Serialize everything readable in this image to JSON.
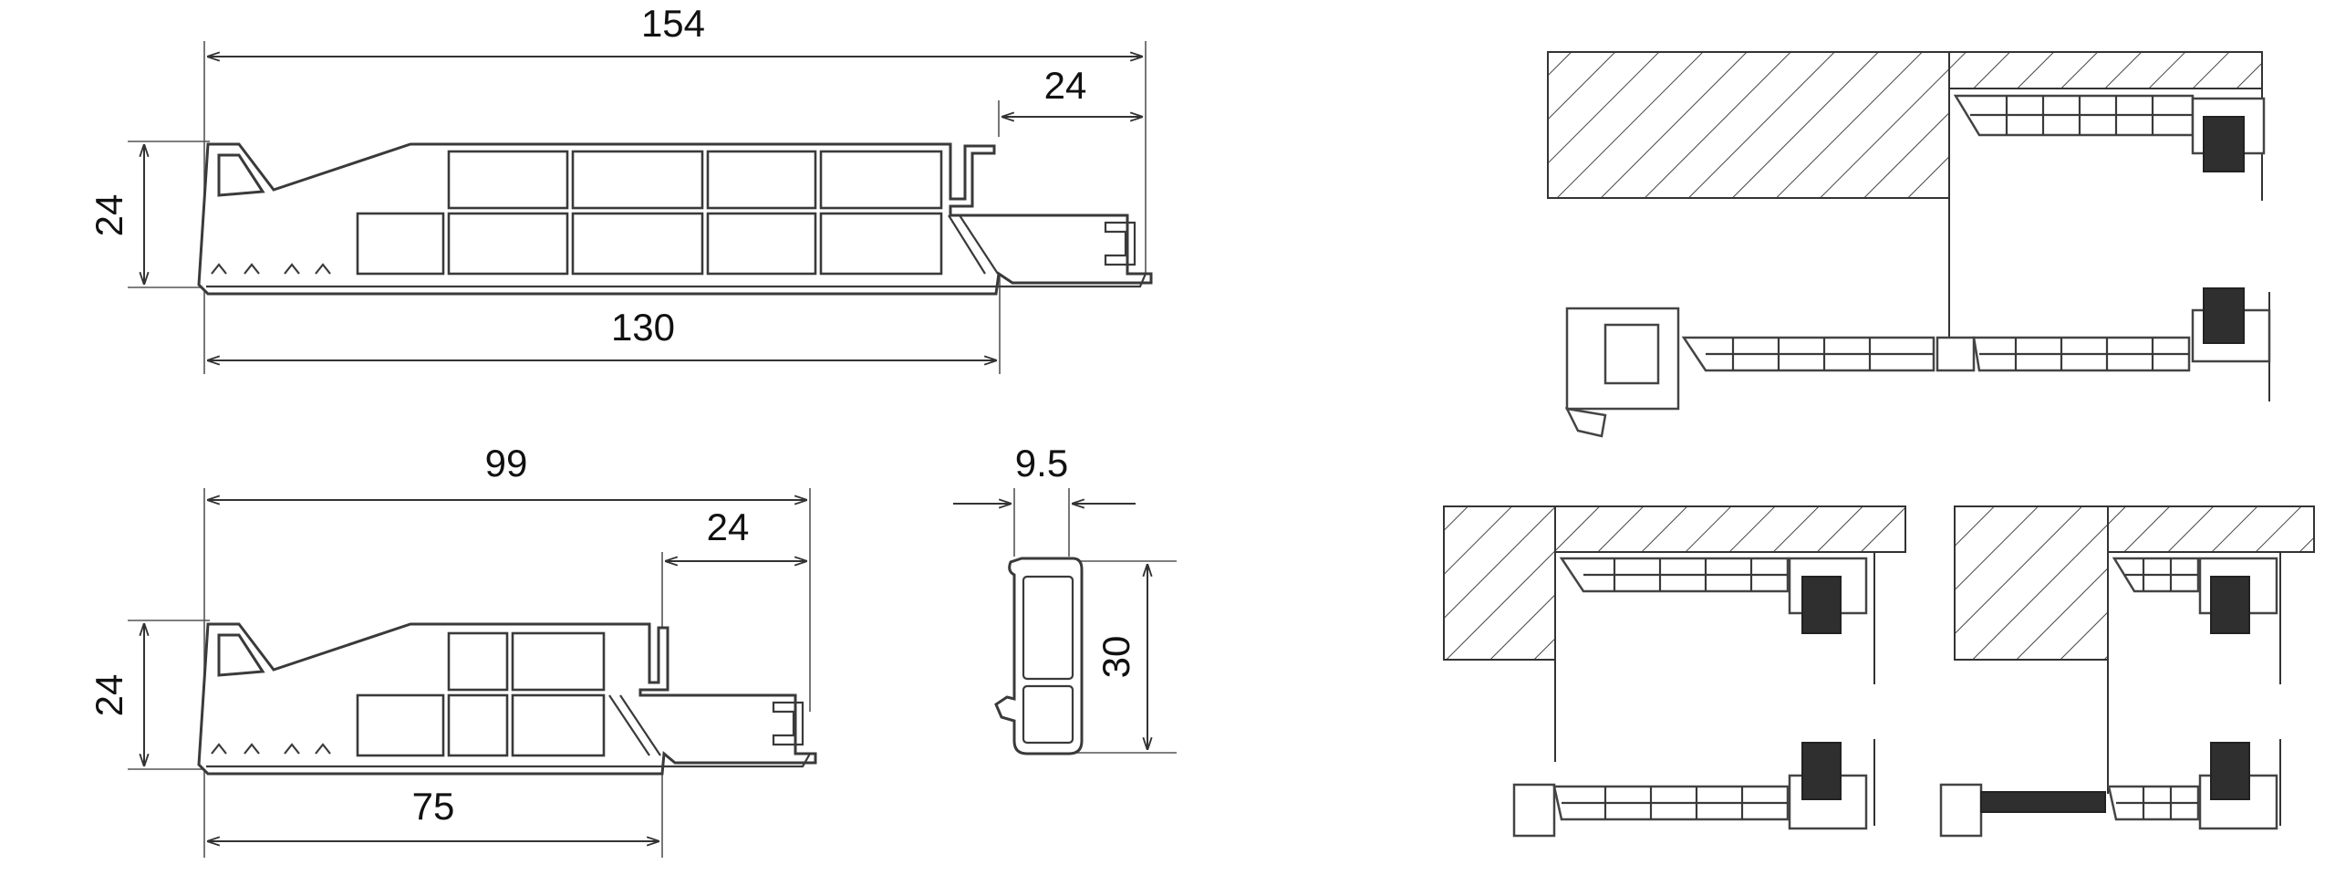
{
  "dimensions": {
    "profile_large": {
      "overall_width": "154",
      "lip_width": "24",
      "height": "24",
      "body_width": "130"
    },
    "profile_small": {
      "overall_width": "99",
      "lip_width": "24",
      "height": "24",
      "body_width": "75"
    },
    "end_cap": {
      "width": "9.5",
      "height": "30"
    }
  },
  "colors": {
    "line": "#3a3a3a",
    "seal": "#2f2f2f",
    "background": "#ffffff"
  }
}
